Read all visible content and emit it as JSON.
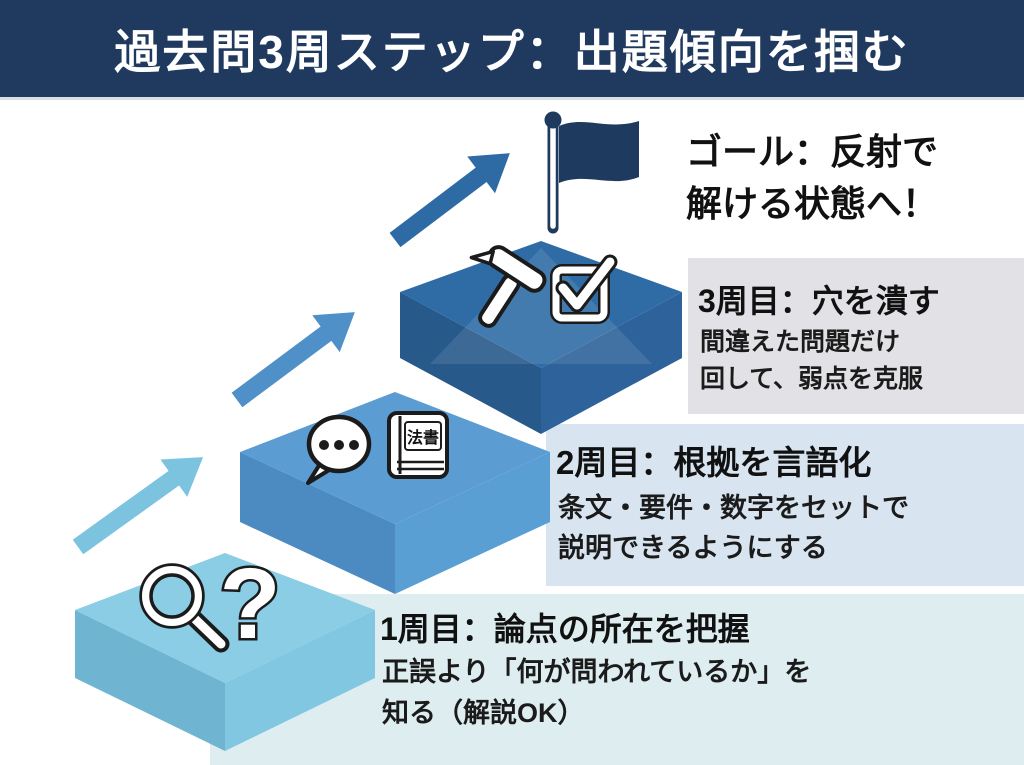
{
  "header": {
    "title": "過去問3周ステップ：出題傾向を掴む",
    "style": "background:#1f3a5e;color:#ffffff",
    "bg_color": "#1f3a5e",
    "text_color": "#ffffff"
  },
  "goal": {
    "line1": "ゴール：反射で",
    "line2": "解ける状態へ！"
  },
  "rounds": [
    {
      "label": "1周目：論点の所在を把握",
      "desc1": "正誤より「何が問われているか」を",
      "desc2": "知る（解説OK）",
      "band_bg": "background:#ddedf0",
      "band_color": "#ddedf0",
      "step_colors": {
        "top": "#8acde5",
        "left": "#6fb5d2",
        "right": "#82c7e1"
      },
      "icons": [
        "magnifier-icon",
        "question-mark-icon"
      ]
    },
    {
      "label": "2周目：根拠を言語化",
      "desc1": "条文・要件・数字をセットで",
      "desc2": "説明できるようにする",
      "band_bg": "background:#d8e5f0",
      "band_color": "#d8e5f0",
      "step_colors": {
        "top": "#5b9cd3",
        "left": "#4c8bc1",
        "right": "#599fd4"
      },
      "icons": [
        "speech-bubble-icon",
        "law-book-icon"
      ]
    },
    {
      "label": "3周目：穴を潰す",
      "desc1": "間違えた問題だけ",
      "desc2": "回して、弱点を克服",
      "band_bg": "background:#e2e2e6",
      "band_color": "#e2e2e6",
      "step_colors": {
        "top": "#2f6ca6",
        "left": "#27598b",
        "right": "#2d639a"
      },
      "icons": [
        "hammer-icon",
        "checkbox-icon"
      ]
    }
  ],
  "arrows": [
    {
      "name": "arrow-1",
      "color": "#7cc3e0"
    },
    {
      "name": "arrow-2",
      "color": "#4f90c9"
    },
    {
      "name": "arrow-3",
      "color": "#2e6ba5"
    }
  ],
  "flag": {
    "color": "#1e3a5f"
  },
  "book_label": "法書",
  "question_mark": "?"
}
